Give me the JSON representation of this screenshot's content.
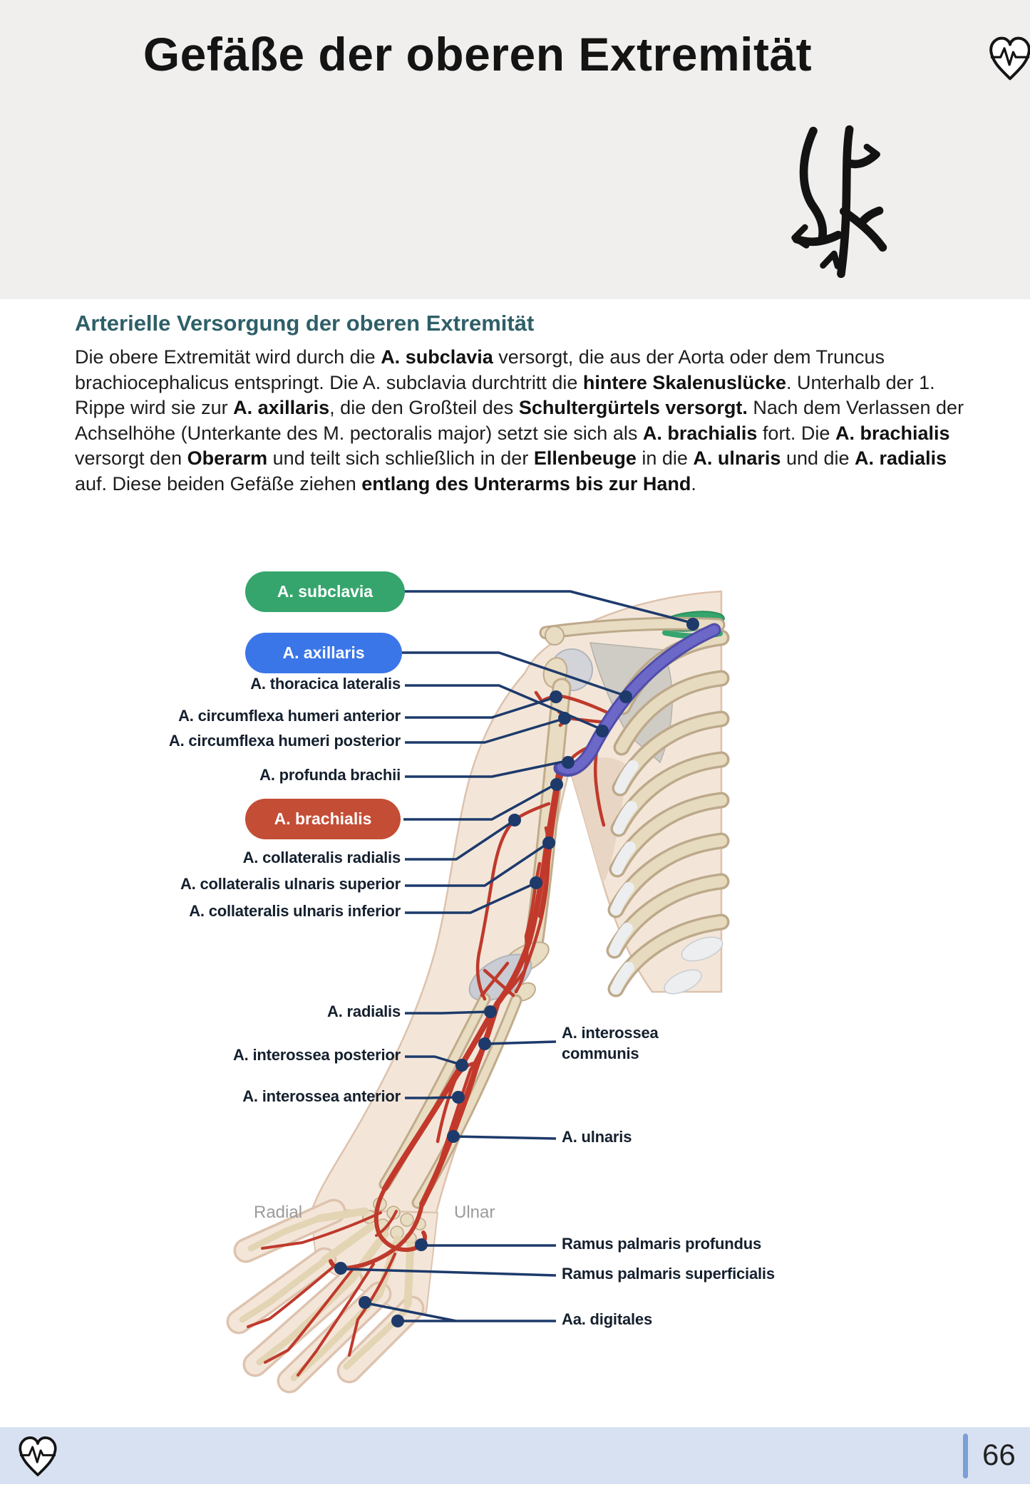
{
  "header": {
    "title": "Gefäße der oberen Extremität",
    "heart_icon": "heart-ecg-icon",
    "artery_icon": "artery-branches-icon"
  },
  "section": {
    "heading": "Arterielle Versorgung der oberen Extremität",
    "paragraph_runs": [
      {
        "t": "Die obere Extremität wird durch die ",
        "b": false
      },
      {
        "t": "A. subclavia",
        "b": true
      },
      {
        "t": " versorgt, die aus der Aorta oder dem Truncus brachiocephalicus entspringt. Die A. subclavia durchtritt die ",
        "b": false
      },
      {
        "t": "hintere Skalenuslücke",
        "b": true
      },
      {
        "t": ". Unterhalb der 1. Rippe wird sie zur ",
        "b": false
      },
      {
        "t": "A. axillaris",
        "b": true
      },
      {
        "t": ", die den Großteil des ",
        "b": false
      },
      {
        "t": "Schultergürtels versorgt.",
        "b": true
      },
      {
        "t": " Nach dem Verlassen der Achselhöhe (Unterkante des M. pectoralis major) setzt sie sich als ",
        "b": false
      },
      {
        "t": "A. brachialis",
        "b": true
      },
      {
        "t": " fort. Die ",
        "b": false
      },
      {
        "t": "A. brachialis",
        "b": true
      },
      {
        "t": " versorgt den ",
        "b": false
      },
      {
        "t": "Oberarm",
        "b": true
      },
      {
        "t": " und teilt sich schließlich in der ",
        "b": false
      },
      {
        "t": "Ellenbeuge",
        "b": true
      },
      {
        "t": " in die ",
        "b": false
      },
      {
        "t": "A. ulnaris",
        "b": true
      },
      {
        "t": " und die ",
        "b": false
      },
      {
        "t": "A. radialis",
        "b": true
      },
      {
        "t": " auf. Diese beiden Gefäße ziehen ",
        "b": false
      },
      {
        "t": "entlang des Unterarms bis zur Hand",
        "b": true
      },
      {
        "t": ".",
        "b": false
      }
    ]
  },
  "figure": {
    "badges": [
      {
        "label": "A. subclavia",
        "color": "#35a56d"
      },
      {
        "label": "A. axillaris",
        "color": "#3b76e8"
      },
      {
        "label": "A. brachialis",
        "color": "#c44d35"
      }
    ],
    "labels_left": [
      "A. thoracica lateralis",
      "A. circumflexa humeri anterior",
      "A. circumflexa humeri posterior",
      "A. profunda brachii",
      "A. collateralis radialis",
      "A. collateralis ulnaris superior",
      "A. collateralis ulnaris inferior",
      "A. radialis",
      "A. interossea posterior",
      "A. interossea anterior"
    ],
    "labels_right": [
      "A. interossea communis",
      "A. ulnaris",
      "Ramus palmaris profundus",
      "Ramus palmaris superficialis",
      "Aa. digitales"
    ],
    "side_markers": [
      "Radial",
      "Ulnar"
    ]
  },
  "footer": {
    "page_number": "66"
  },
  "colors": {
    "badge_green": "#35a56d",
    "badge_blue": "#3b76e8",
    "badge_red": "#c44d35",
    "heading_teal": "#2e5f68",
    "leader_navy": "#1d3a6b",
    "header_band": "#f0efee",
    "footer_bg": "#d8e1f1",
    "footer_bar": "#7aa0d6"
  }
}
